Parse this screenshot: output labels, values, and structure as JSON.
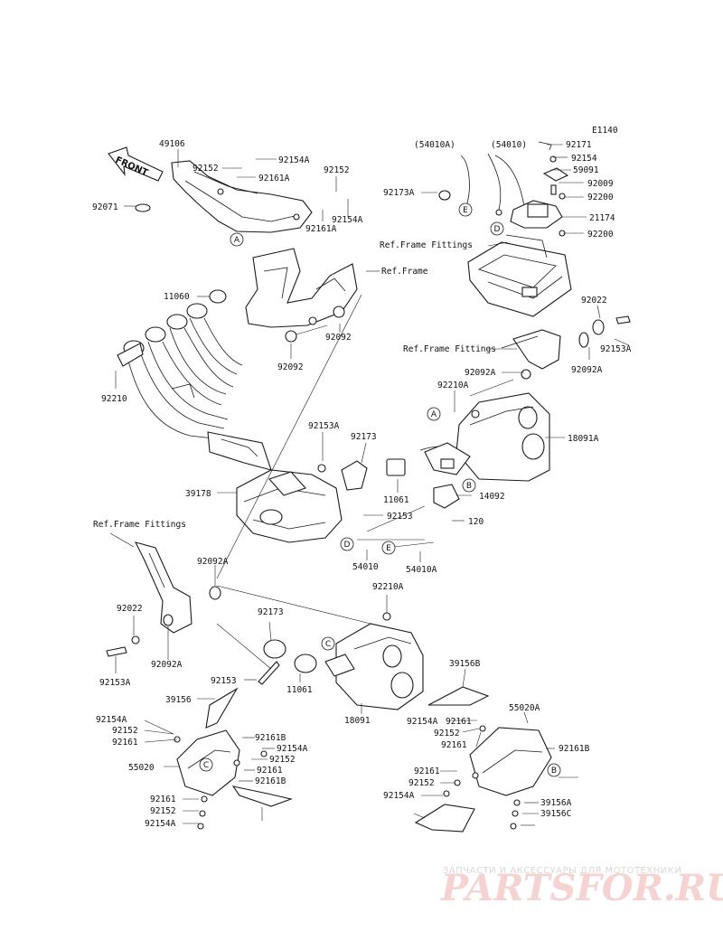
{
  "diagram": {
    "code": "E1140",
    "front_label": "FRONT",
    "watermark_top": "ЗАПЧАСТИ И АКСЕССУАРЫ ДЛЯ МОТОТЕХНИКИ",
    "watermark_brand": "PARTSFOR.RU",
    "labels": [
      "49106",
      "92152",
      "92154A",
      "92161A",
      "92152",
      "92071",
      "92161A",
      "92154A",
      "(54010A)",
      "(54010)",
      "92171",
      "92154",
      "59091",
      "92173A",
      "92009",
      "92200",
      "21174",
      "92200",
      "Ref.Frame Fittings",
      "Ref.Frame",
      "11060",
      "92092",
      "92092",
      "92022",
      "92153A",
      "Ref.Frame Fittings",
      "92092A",
      "92092A",
      "92210",
      "92210A",
      "18091A",
      "92153A",
      "92173",
      "11061",
      "14092",
      "39178",
      "92153",
      "120",
      "Ref.Frame Fittings",
      "54010",
      "54010A",
      "92092A",
      "92210A",
      "92022",
      "92173",
      "92092A",
      "92153A",
      "11061",
      "92153",
      "18091",
      "39156B",
      "39156",
      "92154A",
      "92152",
      "92161",
      "92161B",
      "92154A",
      "55020A",
      "92152",
      "92161",
      "92161B",
      "92161",
      "92161B",
      "55020",
      "92161",
      "92152",
      "92154A",
      "92161",
      "92152",
      "92154A",
      "92161",
      "92152",
      "92154A",
      "39156A",
      "39156C"
    ],
    "callouts": [
      "A",
      "A",
      "B",
      "C",
      "C",
      "D",
      "E",
      "D",
      "E",
      "B"
    ]
  }
}
